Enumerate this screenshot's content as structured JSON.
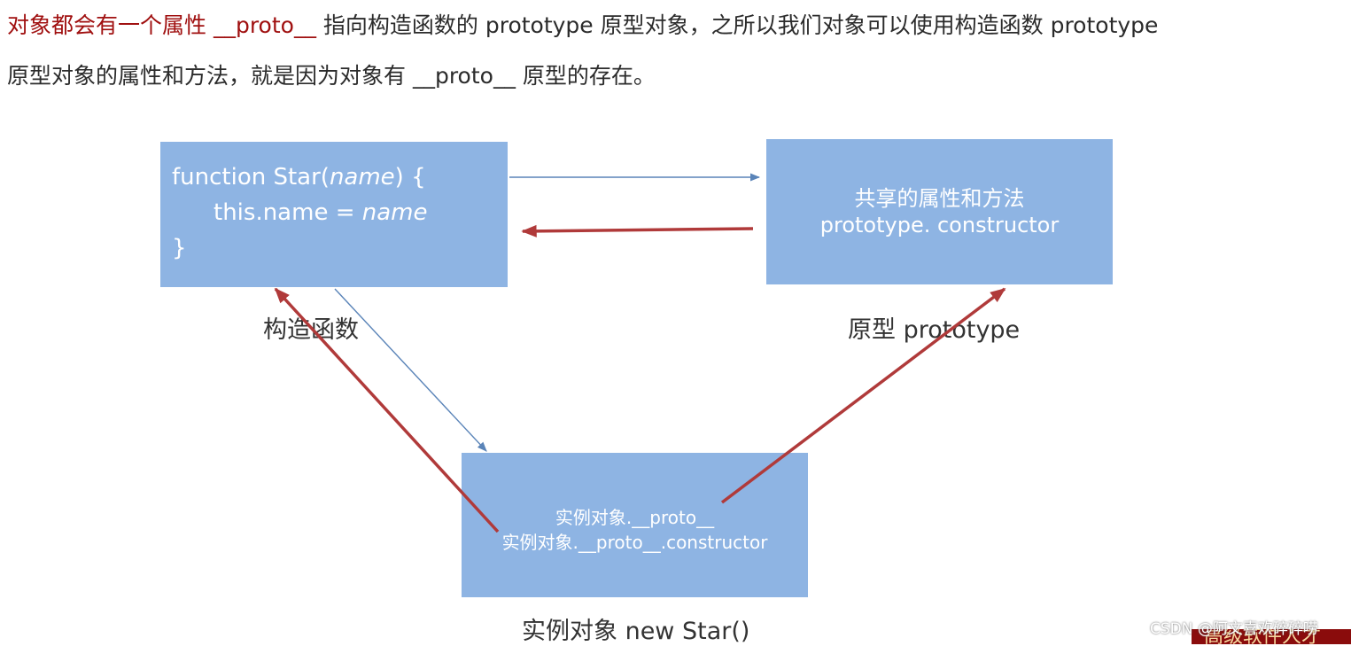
{
  "intro": {
    "line1_lead": "对象都会有一个属性 __proto__",
    "line1_rest": " 指向构造函数的 prototype 原型对象，之所以我们对象可以使用构造函数 prototype",
    "line2": "原型对象的属性和方法，就是因为对象有 __proto__ 原型的存在。"
  },
  "constructor_box": {
    "line1_prefix": "function Star(",
    "line1_param": "name",
    "line1_suffix": ") {",
    "line2_prefix": "this.name = ",
    "line2_param": "name",
    "line3": "}"
  },
  "prototype_box": {
    "line1": "共享的属性和方法",
    "line2": "prototype. constructor"
  },
  "instance_box": {
    "line1": "实例对象.__proto__",
    "line2": "实例对象.__proto__.constructor"
  },
  "captions": {
    "constructor": "构造函数",
    "prototype": "原型 prototype",
    "instance": "实例对象 new Star()"
  },
  "watermark": "CSDN @阿文喜欢碎碎唠",
  "corner_text": "高级软件人才",
  "colors": {
    "box_fill": "#8eb4e3",
    "thin_arrow": "#5a84b8",
    "red_arrow": "#b03a3a",
    "lead_text": "#a01010"
  }
}
